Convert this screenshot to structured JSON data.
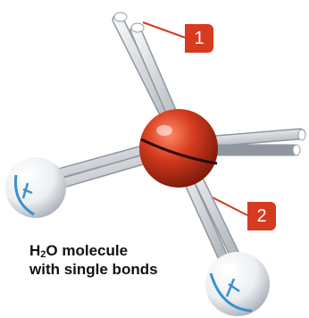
{
  "caption": {
    "formula_prefix": "H",
    "formula_subscript": "2",
    "formula_suffix": "O molecule",
    "line2": "with single bonds"
  },
  "callouts": [
    {
      "label": "1"
    },
    {
      "label": "2"
    }
  ],
  "colors": {
    "oxygen_sphere": "#d63b1f",
    "hydrogen_sphere": "#f2f4f6",
    "hydrogen_marking": "#3a8fd0",
    "bond_tube": "#cfd3d8",
    "callout_badge": "#d63b1f",
    "caption_text": "#111111"
  }
}
